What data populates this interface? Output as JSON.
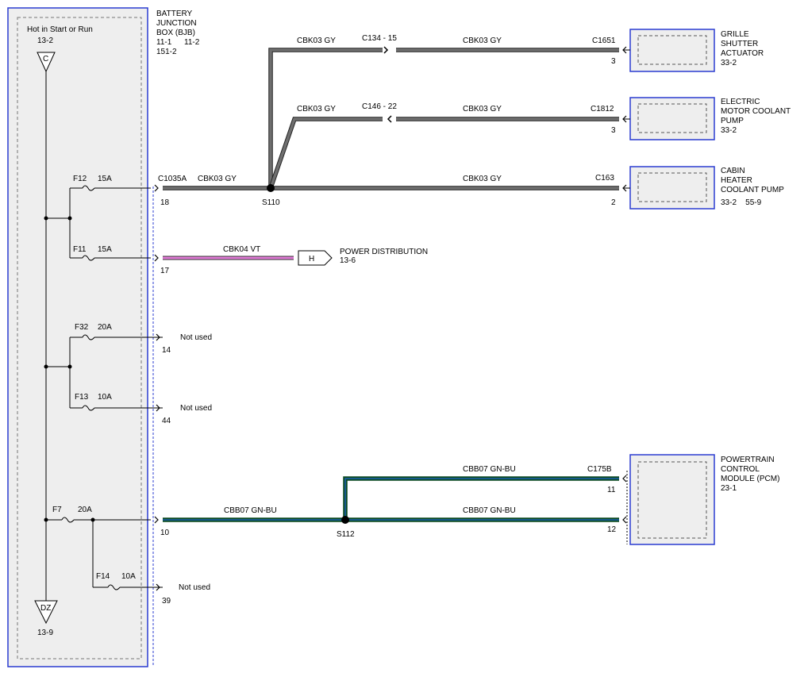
{
  "bjb": {
    "hot_label": "Hot in Start or Run",
    "hot_ref": "13-2",
    "top_symbol": "C",
    "bottom_symbol": "DZ",
    "bottom_ref": "13-9",
    "title": [
      "BATTERY",
      "JUNCTION",
      "BOX (BJB)"
    ],
    "refs": [
      "11-1",
      "11-2",
      "151-2"
    ]
  },
  "fuses": {
    "f12": {
      "name": "F12",
      "rating": "15A",
      "pin": "18",
      "connector": "C1035A"
    },
    "f11": {
      "name": "F11",
      "rating": "15A",
      "pin": "17"
    },
    "f32": {
      "name": "F32",
      "rating": "20A",
      "pin": "14",
      "status": "Not used"
    },
    "f13": {
      "name": "F13",
      "rating": "10A",
      "pin": "44",
      "status": "Not used"
    },
    "f7": {
      "name": "F7",
      "rating": "20A",
      "pin": "10"
    },
    "f14": {
      "name": "F14",
      "rating": "10A",
      "pin": "39",
      "status": "Not used"
    }
  },
  "wires": {
    "cbk03_gy": "CBK03  GY",
    "cbk04_vt": "CBK04  VT",
    "cbb07_gnbu": "CBB07  GN-BU",
    "c134": "C134 -  15",
    "c146": "C146 -  22"
  },
  "splices": {
    "s110": "S110",
    "s112": "S112"
  },
  "power_distribution": {
    "symbol": "H",
    "label": "POWER DISTRIBUTION",
    "ref": "13-6"
  },
  "components": {
    "grille": {
      "connector": "C1651",
      "pin": "3",
      "lines": [
        "GRILLE",
        "SHUTTER",
        "ACTUATOR",
        "33-2"
      ]
    },
    "pump": {
      "connector": "C1812",
      "pin": "3",
      "lines": [
        "ELECTRIC",
        "MOTOR COOLANT",
        "PUMP",
        "33-2"
      ]
    },
    "cabin": {
      "connector": "C163",
      "pin": "2",
      "lines": [
        "CABIN",
        "HEATER",
        "COOLANT PUMP",
        "33-2    55-9"
      ]
    },
    "pcm": {
      "connector": "C175B",
      "pin_upper": "11",
      "pin_lower": "12",
      "lines": [
        "POWERTRAIN",
        "CONTROL",
        "MODULE (PCM)",
        "23-1"
      ]
    }
  },
  "colors": {
    "gray_wire": "#6f6f6f",
    "violet_wire": "#e07ad6",
    "green_wire": "#0b5a2a",
    "blue_stripe": "#1b5fb0",
    "box_blue": "#2a3bd0",
    "panel_fill": "#eeeeee"
  }
}
